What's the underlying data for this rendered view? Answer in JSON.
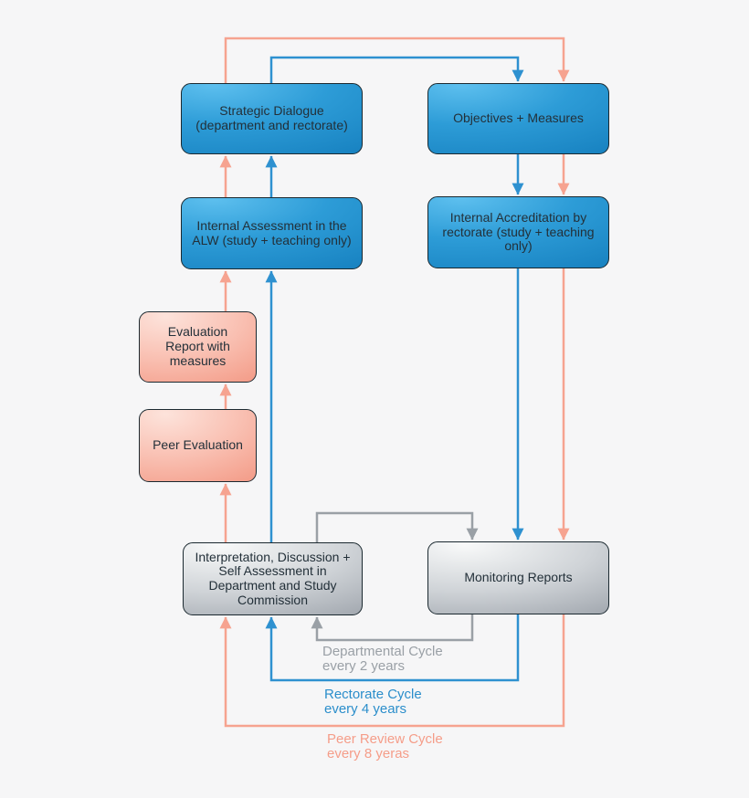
{
  "diagram": {
    "background_color": "#f6f6f7",
    "node_text_color": "#233039",
    "colors": {
      "blue_line": "#2e91d0",
      "pink_line": "#f6a390",
      "gray_line": "#9aa0a6",
      "blue_box_gradient": [
        "#5ec0ef",
        "#1680bf"
      ],
      "pink_box_gradient": [
        "#fde3db",
        "#f2947f"
      ],
      "gray_box_gradient": [
        "#f8f9f9",
        "#9aa0a8"
      ],
      "node_border": "#1b2930"
    },
    "nodes": {
      "strategic_dialogue": {
        "label": "Strategic Dialogue (department and rectorate)"
      },
      "objectives_measures": {
        "label": "Objectives + Measures"
      },
      "internal_assessment": {
        "label": "Internal Assessment in the ALW (study + teaching only)"
      },
      "internal_accreditation": {
        "label": "Internal Accreditation by rectorate (study + teaching only)"
      },
      "evaluation_report": {
        "label": "Evaluation Report with measures"
      },
      "peer_evaluation": {
        "label": "Peer Evaluation"
      },
      "interpretation": {
        "label": "Interpretation, Discussion + Self Assessment in Department and Study Commission"
      },
      "monitoring_reports": {
        "label": "Monitoring Reports"
      }
    },
    "cycle_labels": {
      "departmental": {
        "line1": "Departmental Cycle",
        "line2": "every 2 years"
      },
      "rectorate": {
        "line1": "Rectorate Cycle",
        "line2": "every 4 years"
      },
      "peer_review": {
        "line1": "Peer Review Cycle",
        "line2": "every 8 yeras"
      }
    }
  }
}
